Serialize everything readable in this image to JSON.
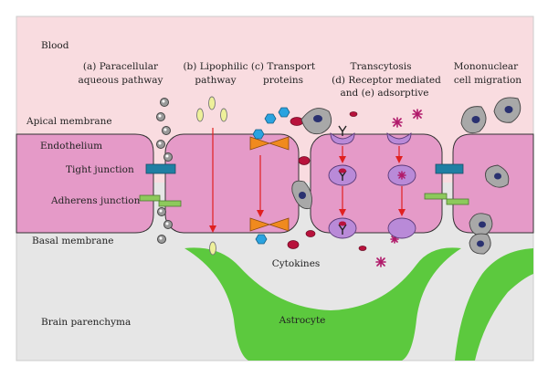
{
  "regions": {
    "blood": "Blood",
    "apical": "Apical membrane",
    "endothelium": "Endothelium",
    "tight_junction": "Tight junction",
    "adherens_junction": "Adherens junction",
    "basal": "Basal membrane",
    "parenchyma": "Brain parenchyma"
  },
  "pathways": {
    "a_line1": "(a) Paracellular",
    "a_line2": "aqueous pathway",
    "b_line1": "(b) Lipophilic",
    "b_line2": "pathway",
    "c_line1": "(c) Transport",
    "c_line2": "proteins",
    "d_line1": "Transcytosis",
    "d_line2": "(d) Receptor mediated",
    "d_line3": "and (e) adsorptive",
    "m_line1": "Mononuclear",
    "m_line2": "cell migration"
  },
  "labels": {
    "cytokines": "Cytokines",
    "astrocyte": "Astrocyte"
  },
  "colors": {
    "blood_bg": "#f9dce0",
    "brain_bg": "#e6e6e6",
    "cell": "#e59ac8",
    "cell_stroke": "#333333",
    "astrocyte": "#5cc93e",
    "tight_junction": "#1f7fa3",
    "adherens_junction": "#8dc95c",
    "arrow": "#e02020",
    "cytokine": "#b8123c",
    "transporter": "#f08a1e",
    "lipophilic": "#eef09a",
    "protein": "#2aa3e0",
    "vesicle": "#b98ad8",
    "leukocyte": "#a8a8a8",
    "nucleus": "#2a3170"
  }
}
